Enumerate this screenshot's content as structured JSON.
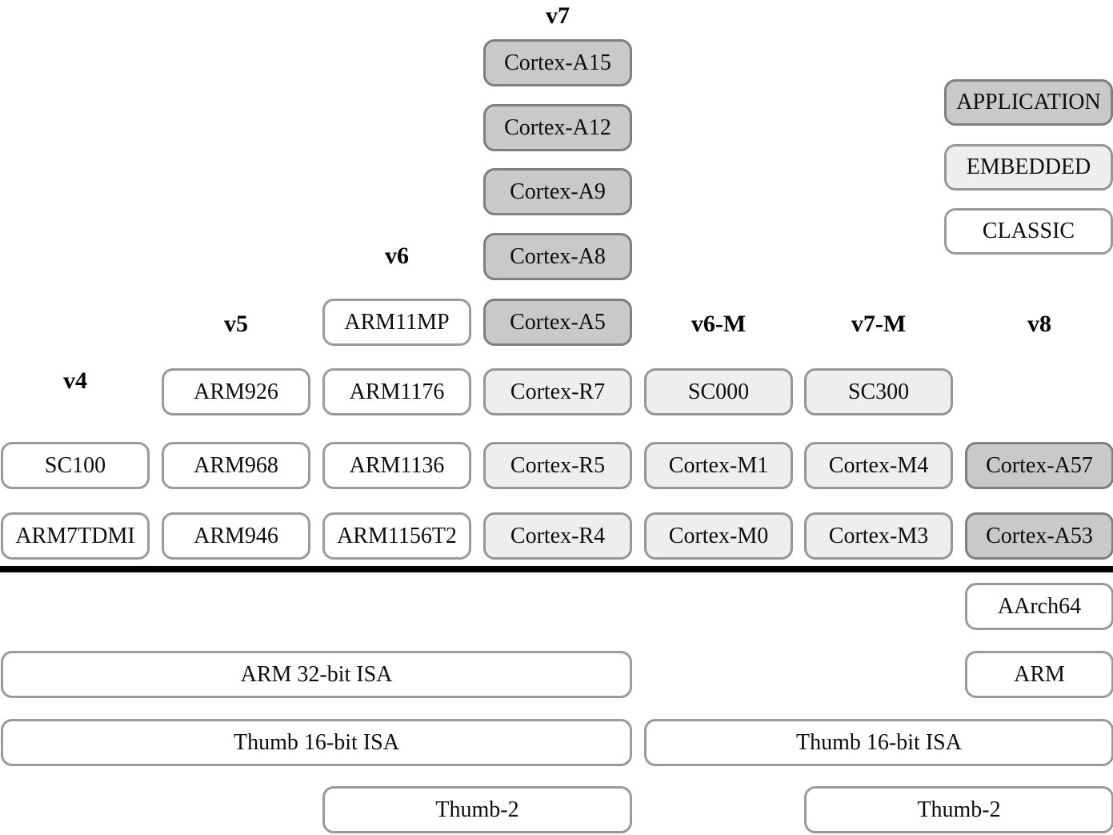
{
  "colors": {
    "application": "#c9c9c9",
    "embedded": "#eeeeee",
    "classic": "#ffffff",
    "divider": "#000000"
  },
  "legend": {
    "items": [
      {
        "label": "APPLICATION",
        "category": "application"
      },
      {
        "label": "EMBEDDED",
        "category": "embedded"
      },
      {
        "label": "CLASSIC",
        "category": "classic"
      }
    ]
  },
  "version_labels": [
    {
      "label": "v4",
      "col": 1,
      "centerY": 476
    },
    {
      "label": "v5",
      "col": 2,
      "centerY": 405
    },
    {
      "label": "v6",
      "col": 3,
      "centerY": 320
    },
    {
      "label": "v7",
      "col": 4,
      "centerY": 20
    },
    {
      "label": "v6-M",
      "col": 5,
      "centerY": 405
    },
    {
      "label": "v7-M",
      "col": 6,
      "centerY": 405
    },
    {
      "label": "v8",
      "col": 7,
      "centerY": 405
    }
  ],
  "processors": [
    {
      "label": "Cortex-A15",
      "col": 4,
      "row": 1,
      "category": "application"
    },
    {
      "label": "Cortex-A12",
      "col": 4,
      "row": 2,
      "category": "application"
    },
    {
      "label": "Cortex-A9",
      "col": 4,
      "row": 3,
      "category": "application"
    },
    {
      "label": "Cortex-A8",
      "col": 4,
      "row": 4,
      "category": "application"
    },
    {
      "label": "ARM11MP",
      "col": 3,
      "row": 5,
      "category": "classic"
    },
    {
      "label": "Cortex-A5",
      "col": 4,
      "row": 5,
      "category": "application"
    },
    {
      "label": "ARM926",
      "col": 2,
      "row": 6,
      "category": "classic"
    },
    {
      "label": "ARM1176",
      "col": 3,
      "row": 6,
      "category": "classic"
    },
    {
      "label": "Cortex-R7",
      "col": 4,
      "row": 6,
      "category": "embedded"
    },
    {
      "label": "SC000",
      "col": 5,
      "row": 6,
      "category": "embedded"
    },
    {
      "label": "SC300",
      "col": 6,
      "row": 6,
      "category": "embedded"
    },
    {
      "label": "SC100",
      "col": 1,
      "row": 7,
      "category": "classic"
    },
    {
      "label": "ARM968",
      "col": 2,
      "row": 7,
      "category": "classic"
    },
    {
      "label": "ARM1136",
      "col": 3,
      "row": 7,
      "category": "classic"
    },
    {
      "label": "Cortex-R5",
      "col": 4,
      "row": 7,
      "category": "embedded"
    },
    {
      "label": "Cortex-M1",
      "col": 5,
      "row": 7,
      "category": "embedded"
    },
    {
      "label": "Cortex-M4",
      "col": 6,
      "row": 7,
      "category": "embedded"
    },
    {
      "label": "Cortex-A57",
      "col": 7,
      "row": 7,
      "category": "application"
    },
    {
      "label": "ARM7TDMI",
      "col": 1,
      "row": 8,
      "category": "classic"
    },
    {
      "label": "ARM946",
      "col": 2,
      "row": 8,
      "category": "classic"
    },
    {
      "label": "ARM1156T2",
      "col": 3,
      "row": 8,
      "category": "classic"
    },
    {
      "label": "Cortex-R4",
      "col": 4,
      "row": 8,
      "category": "embedded"
    },
    {
      "label": "Cortex-M0",
      "col": 5,
      "row": 8,
      "category": "embedded"
    },
    {
      "label": "Cortex-M3",
      "col": 6,
      "row": 8,
      "category": "embedded"
    },
    {
      "label": "Cortex-A53",
      "col": 7,
      "row": 8,
      "category": "application"
    }
  ],
  "isa_boxes": [
    {
      "label": "AArch64",
      "colStart": 7,
      "colEnd": 7,
      "row": 1
    },
    {
      "label": "ARM 32-bit ISA",
      "colStart": 1,
      "colEnd": 4,
      "row": 2
    },
    {
      "label": "ARM",
      "colStart": 7,
      "colEnd": 7,
      "row": 2
    },
    {
      "label": "Thumb 16-bit ISA",
      "colStart": 1,
      "colEnd": 4,
      "row": 3
    },
    {
      "label": "Thumb 16-bit ISA",
      "colStart": 5,
      "colEnd": 7,
      "row": 3
    },
    {
      "label": "Thumb-2",
      "colStart": 3,
      "colEnd": 4,
      "row": 4
    },
    {
      "label": "Thumb-2",
      "colStart": 6,
      "colEnd": 7,
      "row": 4
    }
  ]
}
